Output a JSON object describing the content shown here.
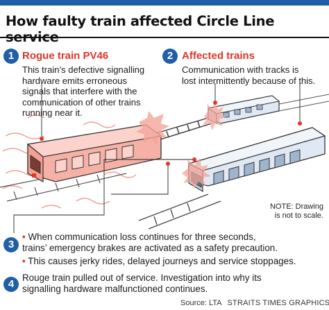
{
  "title": "How faulty train affected Circle Line service",
  "section1": {
    "number": "1",
    "heading": "Rogue train PV46",
    "lines": [
      "This train’s defective signalling",
      "hardware emits erroneous",
      "signals that interfere with the",
      "communication of other trains",
      "running near it."
    ]
  },
  "section2": {
    "number": "2",
    "heading": "Affected trains",
    "lines": [
      "Communication with tracks is",
      "lost intermittently because of this."
    ]
  },
  "note": {
    "line1": "NOTE: Drawing",
    "line2": "is not to scale."
  },
  "section3": {
    "number": "3",
    "bullets": [
      [
        "When communication loss continues for three seconds,",
        "trains’ emergency brakes are activated as a safety precaution."
      ],
      [
        "This causes jerky rides, delayed journeys and service stoppages."
      ]
    ]
  },
  "section4": {
    "number": "4",
    "lines": [
      "Rouge train pulled out of service. Investigation into why its",
      "signalling hardware malfunctioned continues."
    ]
  },
  "footer": {
    "source": "Source: LTA",
    "credit": "STRAITS TIMES GRAPHICS"
  },
  "colors": {
    "accent_red": "#e2342b",
    "accent_blue": "#1f5fa8",
    "train_pink": "#f6b1a6",
    "train_blue": "#dfe8f3"
  }
}
